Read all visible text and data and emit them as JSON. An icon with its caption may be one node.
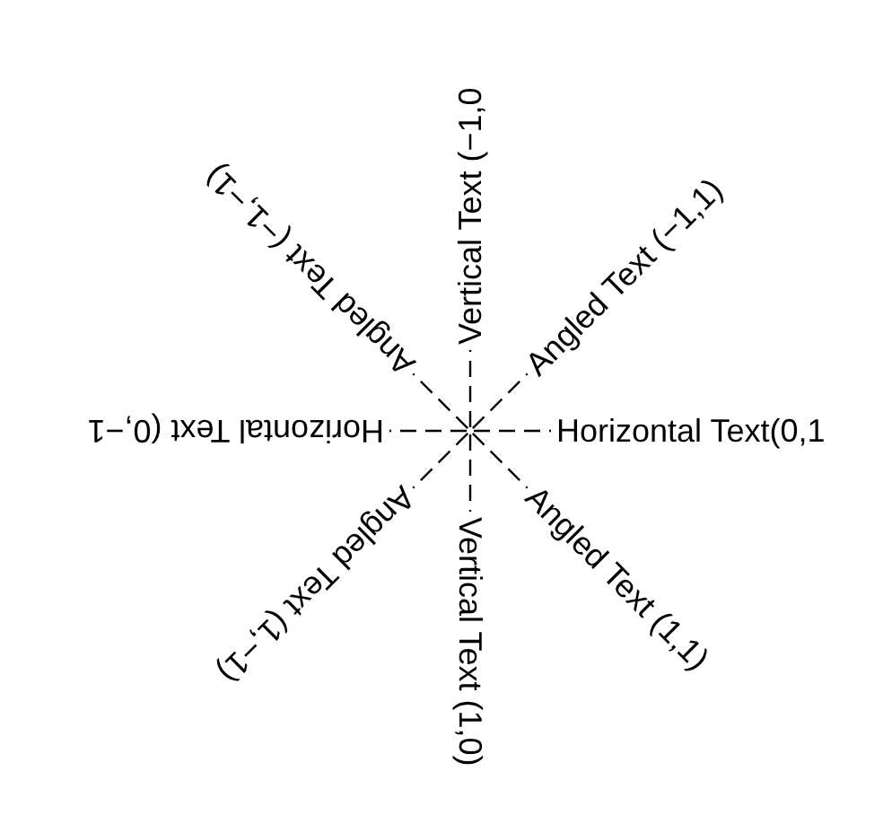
{
  "diagram": {
    "nodes": [
      {
        "text": [
          "Horizontal Text(0,1"
        ]
      },
      {
        "text": [
          "Angled Text (1,1)"
        ]
      },
      {
        "text": [
          "Vertical Text (1,0)"
        ]
      },
      {
        "text": [
          "Angled Text (1,−1)"
        ]
      },
      {
        "text": [
          "Horizontal Text (0,−1"
        ]
      },
      {
        "text": [
          "Angled Text (−1,−1)"
        ]
      },
      {
        "text": [
          "Vertical Text (−1,0"
        ]
      },
      {
        "text": [
          "Angled Text (−1,1)"
        ]
      }
    ],
    "edges": [
      {
        "from": null,
        "to": 0,
        "arrow": "none",
        "style": "dashed"
      },
      {
        "from": null,
        "to": 1,
        "arrow": "none",
        "style": "dashed"
      },
      {
        "from": null,
        "to": 2,
        "arrow": "none",
        "style": "dashed"
      },
      {
        "from": null,
        "to": 3,
        "arrow": "none",
        "style": "dashed"
      },
      {
        "from": null,
        "to": 4,
        "arrow": "none",
        "style": "dashed"
      },
      {
        "from": null,
        "to": 5,
        "arrow": "none",
        "style": "dashed"
      },
      {
        "from": null,
        "to": 6,
        "arrow": "none",
        "style": "dashed"
      },
      {
        "from": null,
        "to": 7,
        "arrow": "none",
        "style": "dashed"
      }
    ]
  }
}
